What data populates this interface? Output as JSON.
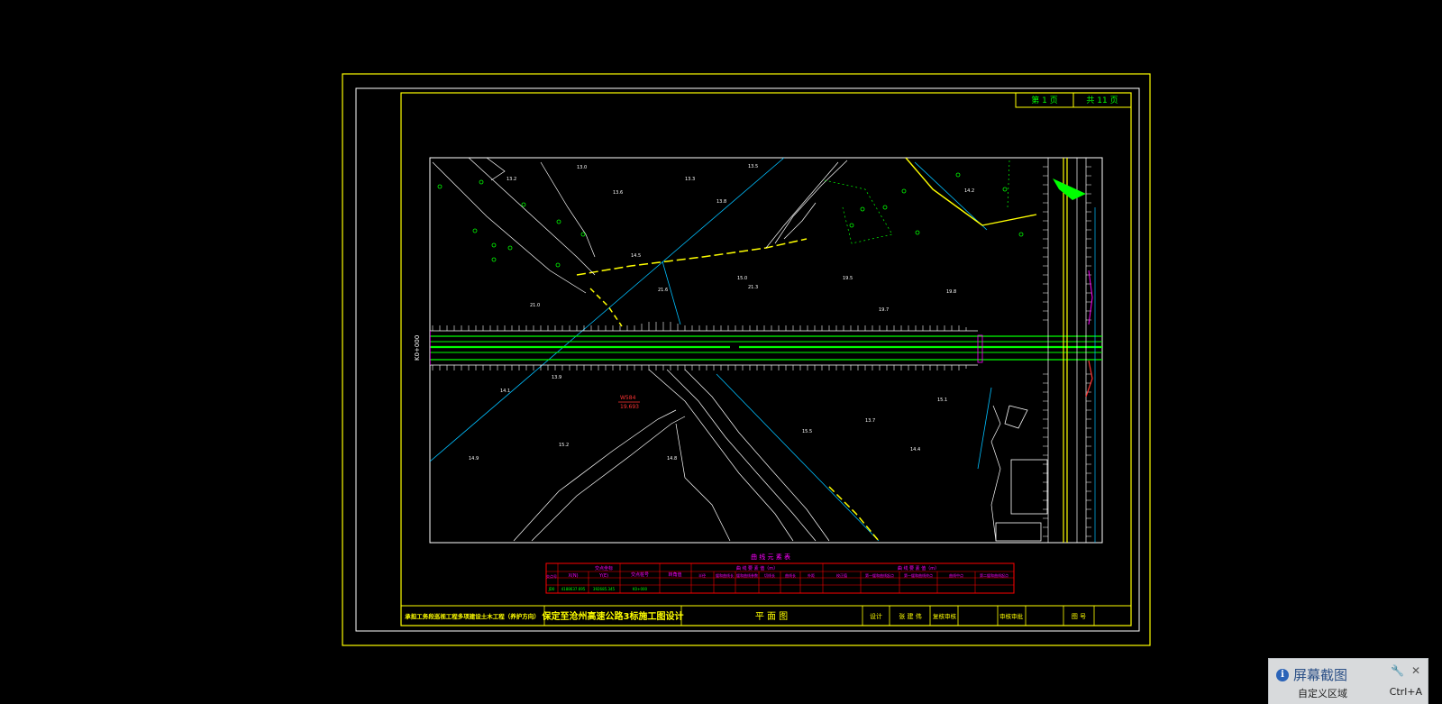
{
  "sheet": {
    "page_current": "第 1 页",
    "page_total": "共 11 页",
    "station_label": "K0+000"
  },
  "map_labels": {
    "elevations": [
      "13.0",
      "13.2",
      "13.3",
      "13.5",
      "13.6",
      "13.8",
      "14.2",
      "14.5",
      "15.0",
      "21.0",
      "21.3",
      "21.6",
      "19.5",
      "19.7",
      "19.8",
      "13.9",
      "14.1",
      "14.9",
      "15.2",
      "15.5",
      "13.7",
      "14.4",
      "15.1",
      "14.8"
    ],
    "annotation_num": "W584",
    "annotation_den": "19.693"
  },
  "table": {
    "title": "曲 线 元 素 表",
    "headers": {
      "no": "交点号",
      "coords": "交点坐标",
      "x": "X(N)",
      "y": "Y(E)",
      "station": "交点桩号",
      "angle": "转角值",
      "elements": "曲 线 要 素 值（m）",
      "points": "曲 线 要 素 值（m）"
    },
    "sub_headers": [
      "半径",
      "缓和曲线长",
      "缓和曲线参数",
      "切线长",
      "曲线长",
      "外距",
      "校正值",
      "第一缓和曲线起点",
      "第一缓和曲线终点",
      "曲线中点",
      "第二缓和曲线起点",
      "第二缓和曲线终点"
    ],
    "row": {
      "no": "JD0",
      "x": "4188637.695",
      "y": "392685.345",
      "station": "K0+000"
    }
  },
  "title_block": {
    "company": "承担工务段巡视工程多项建设土木工程（养护方向）",
    "project": "保定至沧州高速公路3标施工图设计",
    "drawing": "平 面 图",
    "design": "设计",
    "designer": "张 建 伟",
    "review": "复核审核",
    "approve": "审核审批",
    "figure_no": "图 号"
  },
  "snip_tool": {
    "title": "屏幕截图",
    "item_label": "自定义区域",
    "item_shortcut": "Ctrl+A",
    "info_icon": "info-icon",
    "settings_icon": "wrench-icon",
    "close_icon": "close-icon"
  },
  "colors": {
    "frame": "#ffff00",
    "inner_frame": "#ffffff",
    "road": "#00ff00",
    "contour": "#ffffff",
    "survey_line": "#00bfff",
    "table_border": "#ff0000",
    "table_text": "#ff00ff"
  }
}
